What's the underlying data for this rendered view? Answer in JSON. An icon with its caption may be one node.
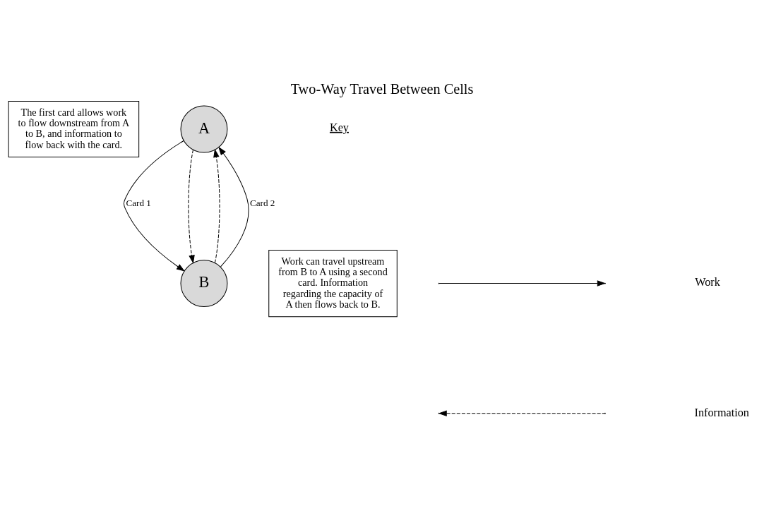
{
  "diagram": {
    "title": "Two-Way Travel Between Cells",
    "nodes": [
      {
        "text": [
          "The first card allows work to flow downstream from A to B, and information to flow back with the card."
        ]
      },
      {
        "text": [
          "A"
        ]
      },
      {
        "text": [
          "B"
        ]
      },
      {
        "text": [
          "Work can travel upstream from B to A using a second card. Information regarding the capacity of A then flows back to B."
        ]
      }
    ],
    "edges": [
      {
        "from": 1,
        "to": 2,
        "arrow": "to",
        "label": "Card 1"
      },
      {
        "from": 2,
        "to": 1,
        "arrow": "to",
        "label": "Card 2"
      },
      {
        "from": 2,
        "to": 1,
        "arrow": "to",
        "style": "dashed"
      },
      {
        "from": 1,
        "to": 2,
        "arrow": "to",
        "style": "dashed"
      }
    ],
    "labels": [
      "Key"
    ],
    "legend": [
      {
        "text": "Work"
      },
      {
        "text": "Information"
      }
    ]
  }
}
